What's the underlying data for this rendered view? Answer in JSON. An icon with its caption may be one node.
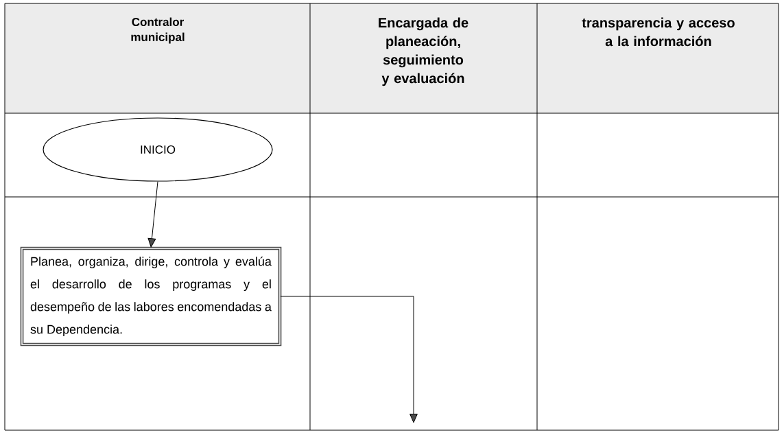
{
  "diagram": {
    "nodes": [
      {
        "text": [
          "INICIO"
        ]
      },
      {
        "text": [
          "Planea, organiza, dirige, controla y evalúa el desarrollo de los programas y el desempeño de las labores encomendadas a su Dependencia."
        ]
      }
    ],
    "edges": [
      {
        "from": 0,
        "to": 1,
        "arrow": "to"
      },
      {
        "from": 1,
        "to": null,
        "arrow": "to"
      }
    ],
    "labels": [
      "Contralor municipal",
      "Encargada de planeación, seguimiento y evaluación",
      "transparencia y acceso a la información"
    ]
  }
}
